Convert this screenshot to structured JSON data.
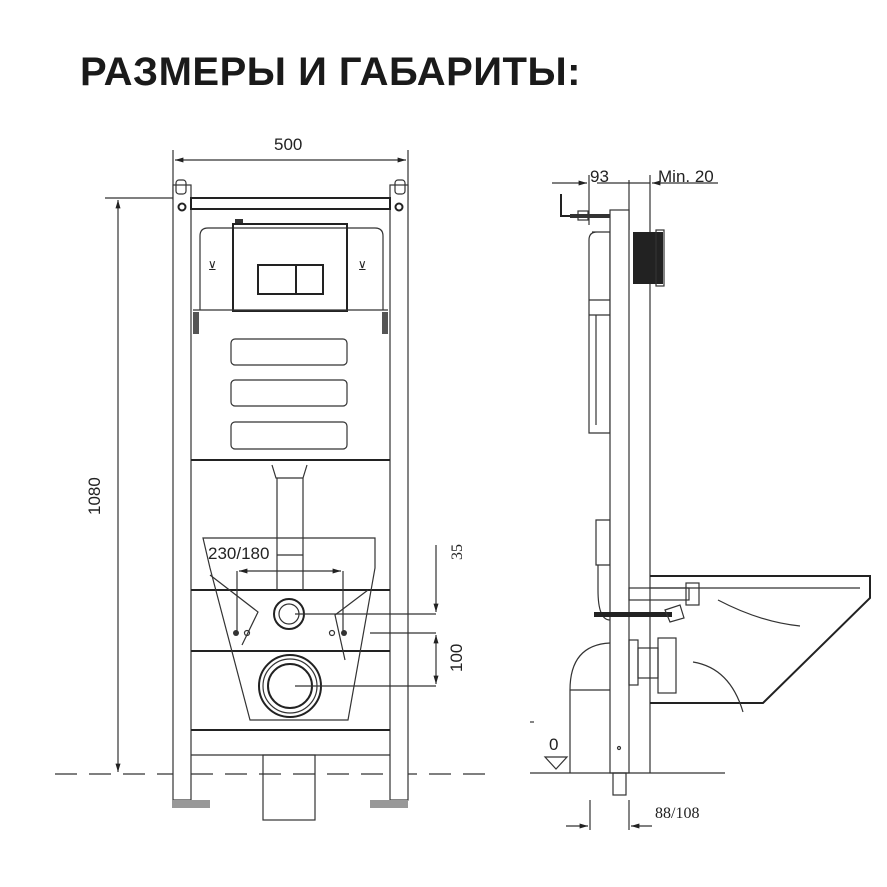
{
  "title": "РАЗМЕРЫ И ГАБАРИТЫ:",
  "front_view": {
    "width_label": "500",
    "height_label": "1080",
    "fixing_distance_label": "230/180",
    "offset_top_label": "35",
    "offset_bottom_label": "100"
  },
  "side_view": {
    "depth_label": "93",
    "wall_label": "Min. 20",
    "floor_label": "0",
    "leg_label": "88/108"
  }
}
